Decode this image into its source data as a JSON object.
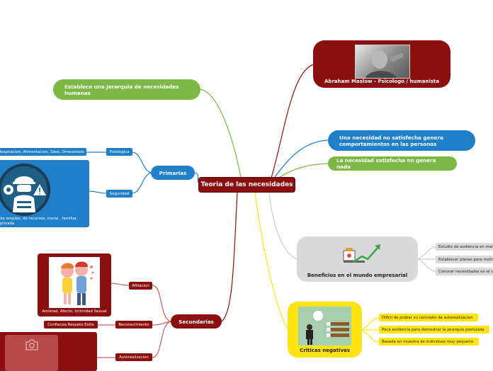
{
  "center": {
    "label": "Teoria de las necesidades"
  },
  "maslow": {
    "label": "Abraham Maslow - Psicologo / humanista"
  },
  "jerarquia": {
    "label": "Establece una Jerarquia de necesidades humanas"
  },
  "insatisfecha": {
    "label": "Una necesidad no satisfecha genera comportamientos en las personas"
  },
  "satisfecha": {
    "label": "La necesidad satisfecha no genera nada"
  },
  "primarias": {
    "label": "Primarias",
    "fisiologica": {
      "label": "Fisiologica",
      "detail": "Respiracion, Alimentacion, Sexo, Omeostasis"
    },
    "seguridad": {
      "label": "Seguridad",
      "detail": "de empleo, de recursos, moral , familiar, privada"
    }
  },
  "secundarias": {
    "label": "Secundarias",
    "afiliacion": {
      "label": "Afiliacion",
      "detail": "Amistad, Afecto, Intimidad Sexual"
    },
    "reconocimiento": {
      "label": "Reconocimiento",
      "detail": "Confianza Respeto Exito"
    },
    "autorealizacion": {
      "label": "Autorealizacion"
    }
  },
  "beneficios": {
    "label": "Beneficios en el mundo empresarial",
    "items": [
      "Estudio de audiencia en mark",
      "Establecer planes para motiva",
      "Conocer necesidades en el clie"
    ]
  },
  "criticas": {
    "label": "Criticas negativas",
    "items": [
      "Dificil de probar su concepto de autorealizacion",
      "Poca evidencia para demostrar la jerarquia postulada",
      "Basada en muestra de individuos muy pequeña"
    ]
  },
  "colors": {
    "dark_red": "#8b0f0f",
    "green": "#7cb944",
    "blue": "#1f7fc9",
    "yellow": "#ffe312",
    "gray": "#d9d9d9"
  }
}
